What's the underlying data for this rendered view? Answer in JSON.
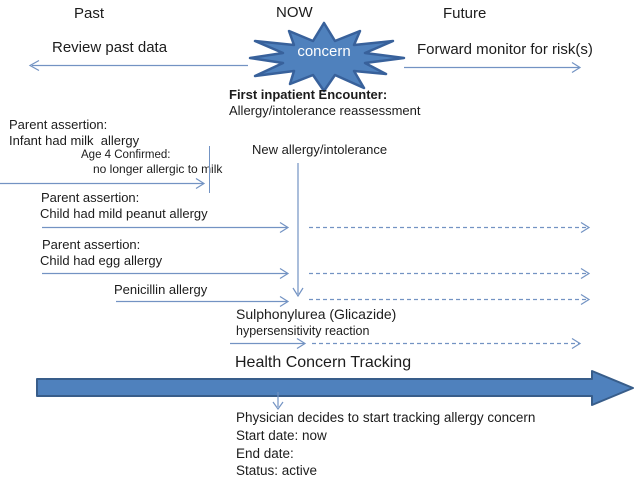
{
  "timeline": {
    "past": "Past",
    "now": "NOW",
    "future": "Future",
    "review_past": "Review past data",
    "forward_monitor": "Forward monitor for risk(s)",
    "concern": "concern"
  },
  "encounter": {
    "title": "First inpatient Encounter:",
    "subtitle": "Allergy/intolerance reassessment",
    "new_allergy": "New allergy/intolerance"
  },
  "assertions": {
    "milk_title": "Parent assertion:",
    "milk_detail": "Infant had milk  allergy",
    "milk_note_title": "Age 4 Confirmed:",
    "milk_note_detail": "no longer allergic to milk",
    "peanut_title": "Parent assertion:",
    "peanut_detail": "Child had mild peanut allergy",
    "egg_title": "Parent assertion:",
    "egg_detail": "Child had egg allergy",
    "penicillin": "Penicillin allergy",
    "sulphonylurea_title": "Sulphonylurea (Glicazide)",
    "sulphonylurea_detail": "hypersensitivity reaction"
  },
  "tracking": {
    "title": "Health Concern Tracking",
    "decision": "Physician decides to start tracking allergy concern",
    "start_date": "Start date: now",
    "end_date": "End date:",
    "status": "Status: active"
  },
  "colors": {
    "shape_fill": "#4f81bd",
    "shape_border": "#38619b",
    "line_blue": "#7393c3",
    "text": "#1c1c1c"
  }
}
